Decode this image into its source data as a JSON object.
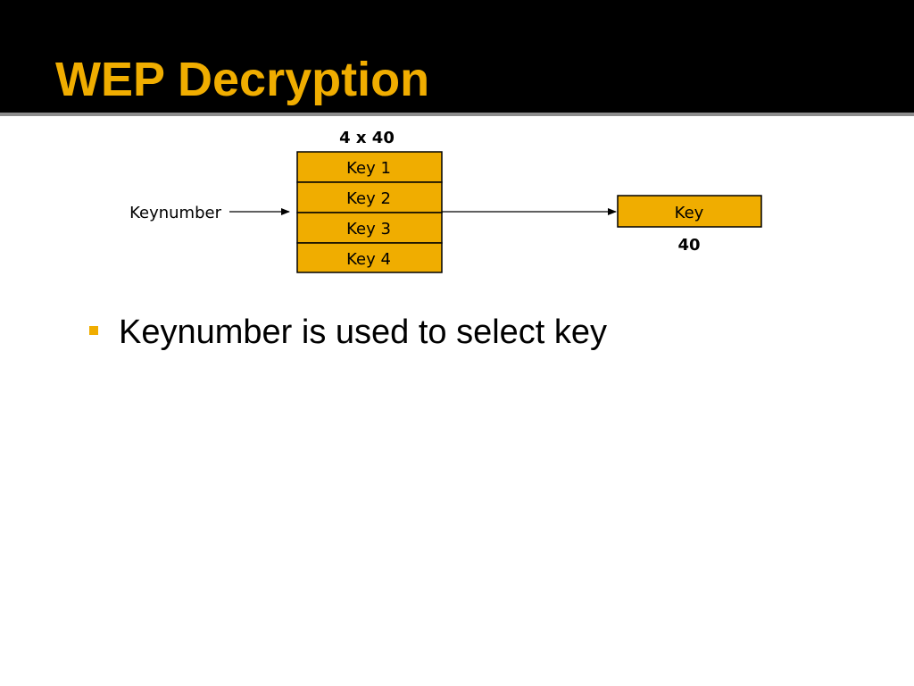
{
  "slide": {
    "title": "WEP Decryption",
    "accent_color": "#f0ad00"
  },
  "diagram": {
    "table_label": "4 x 40",
    "keys": [
      "Key 1",
      "Key 2",
      "Key 3",
      "Key 4"
    ],
    "input_label": "Keynumber",
    "output_label": "Key",
    "output_size": "40"
  },
  "bullets": [
    "Keynumber is used to select key"
  ]
}
